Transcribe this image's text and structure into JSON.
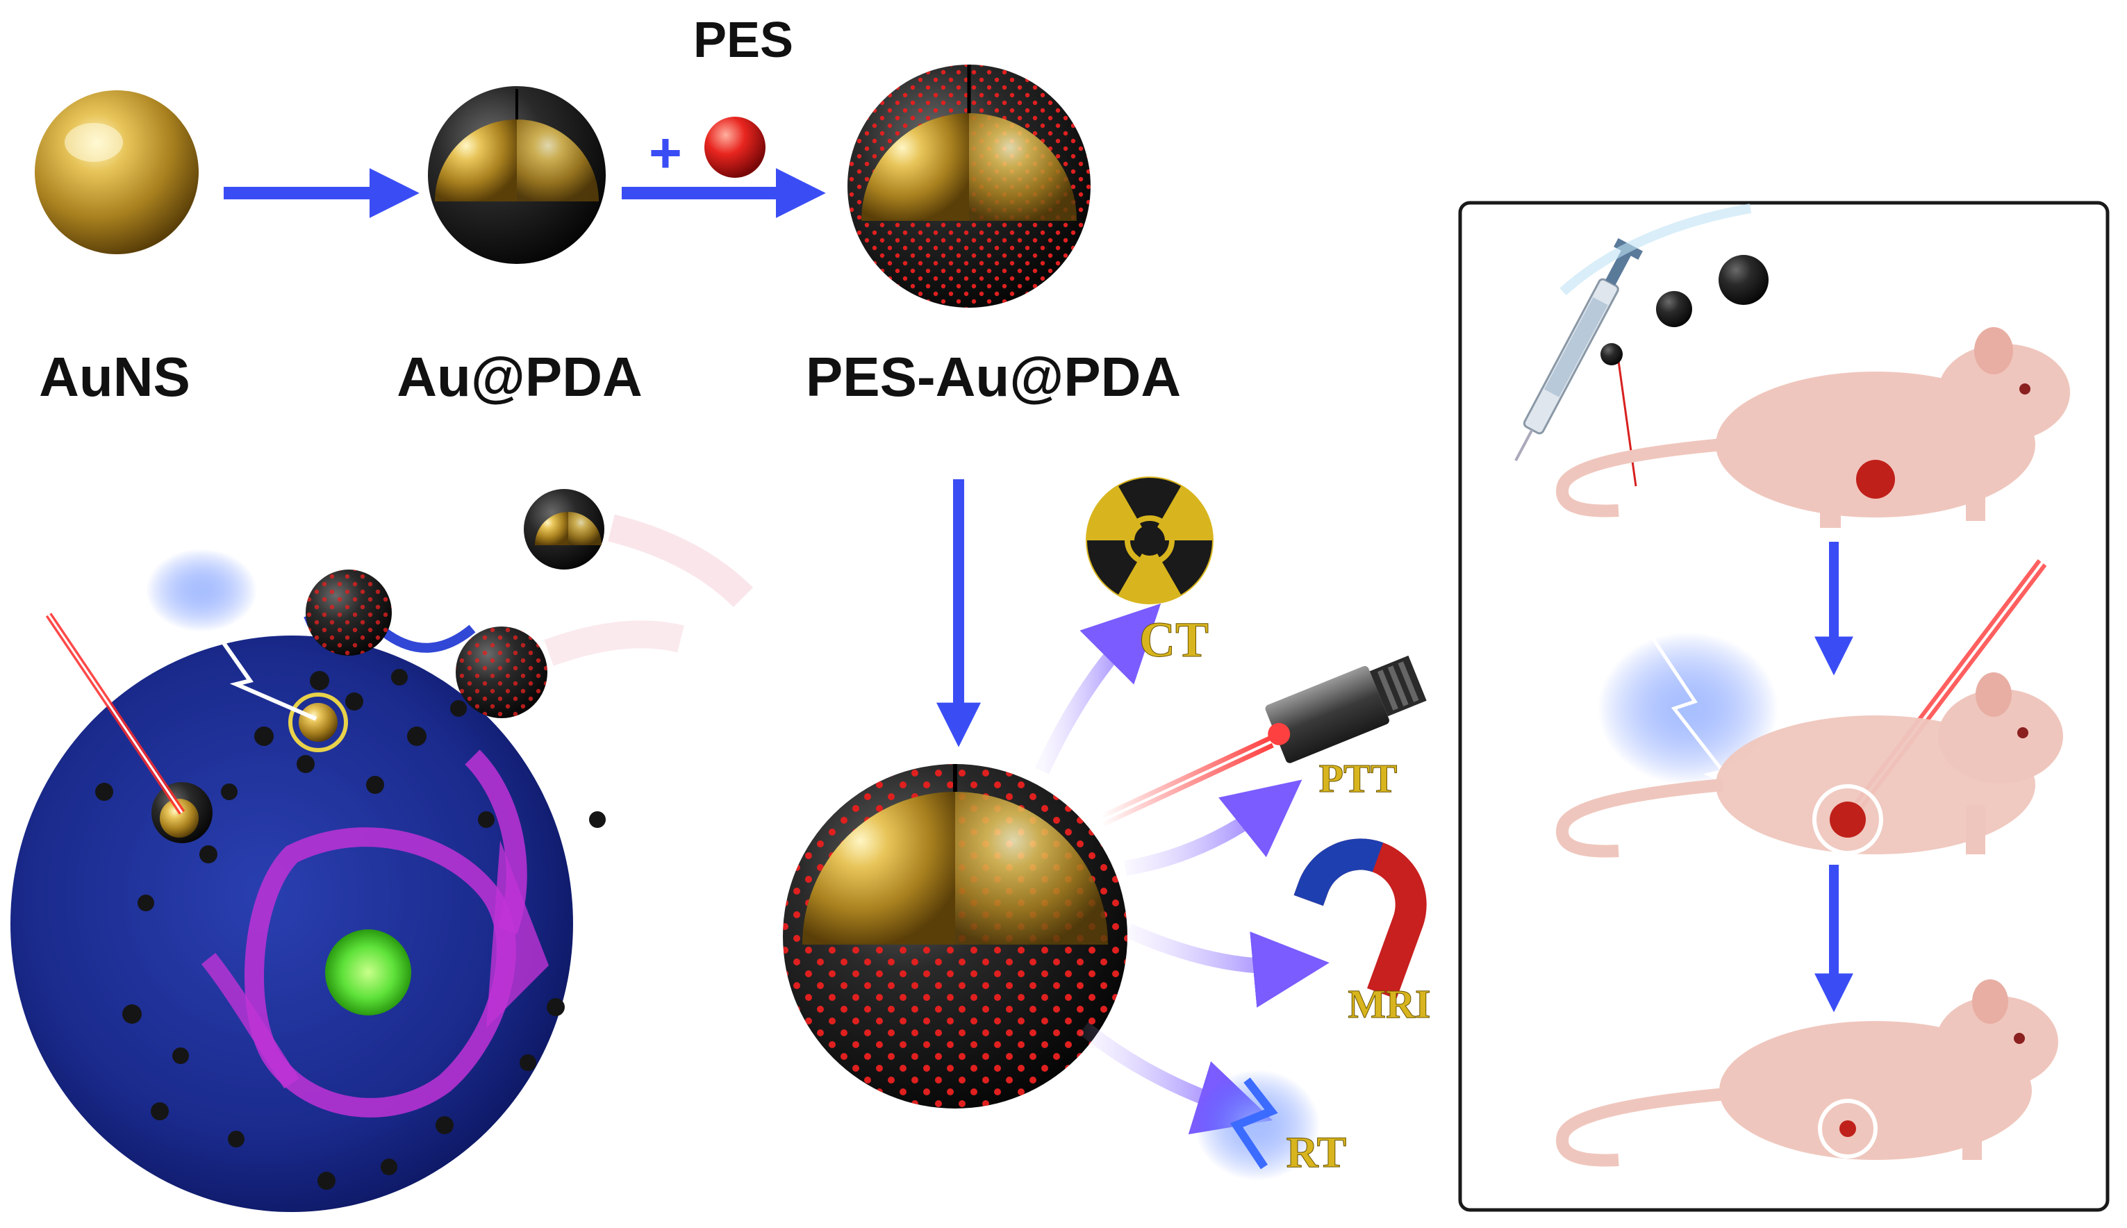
{
  "synthesis": {
    "reagent_label": "PES",
    "plus_sign": "+",
    "stages": [
      {
        "id": "auns",
        "label": "AuNS"
      },
      {
        "id": "au-pda",
        "label": "Au@PDA"
      },
      {
        "id": "pes-au-pda",
        "label": "PES-Au@PDA"
      }
    ]
  },
  "applications": [
    {
      "id": "ct",
      "label": "CT",
      "icon": "radiation-icon"
    },
    {
      "id": "ptt",
      "label": "PTT",
      "icon": "laser-emitter-icon"
    },
    {
      "id": "mri",
      "label": "MRI",
      "icon": "magnet-icon"
    },
    {
      "id": "rt",
      "label": "RT",
      "icon": "lightning-icon"
    }
  ],
  "colors": {
    "arrow_blue": "#3a4df5",
    "gold": "#c9a43a",
    "pda_black": "#1c1c1c",
    "pes_red": "#e0201f",
    "cell_blue": "#1a2a8c",
    "label_yellow": "#d8b51e",
    "laser_red": "#ff2a2a",
    "xray_blue": "#3c6bff",
    "mouse_skin": "#efc6bd"
  }
}
